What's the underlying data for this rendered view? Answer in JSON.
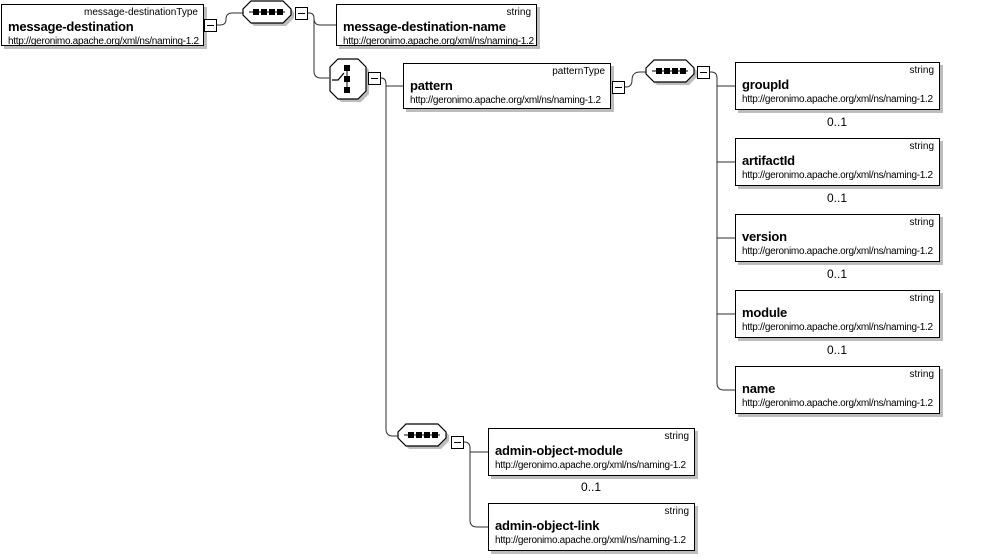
{
  "diagram": {
    "kind": "xml-schema-content-model",
    "namespace": "http://geronimo.apache.org/xml/ns/naming-1.2",
    "palette": {
      "box_background": "#ffffff",
      "box_border": "#000000",
      "shadow": "#bdbdbd",
      "connector_line": "#2e2e2e",
      "text": "#000000"
    },
    "icons": {
      "sequence": "sequence-icon",
      "choice": "choice-icon",
      "collapse": "collapse-toggle-minus"
    },
    "elements": {
      "message_destination": {
        "name": "message-destination",
        "type": "message-destinationType",
        "namespace": "http://geronimo.apache.org/xml/ns/naming-1.2"
      },
      "message_destination_name": {
        "name": "message-destination-name",
        "type": "string",
        "namespace": "http://geronimo.apache.org/xml/ns/naming-1.2"
      },
      "pattern": {
        "name": "pattern",
        "type": "patternType",
        "namespace": "http://geronimo.apache.org/xml/ns/naming-1.2"
      },
      "groupId": {
        "name": "groupId",
        "type": "string",
        "namespace": "http://geronimo.apache.org/xml/ns/naming-1.2",
        "cardinality": "0..1"
      },
      "artifactId": {
        "name": "artifactId",
        "type": "string",
        "namespace": "http://geronimo.apache.org/xml/ns/naming-1.2",
        "cardinality": "0..1"
      },
      "version": {
        "name": "version",
        "type": "string",
        "namespace": "http://geronimo.apache.org/xml/ns/naming-1.2",
        "cardinality": "0..1"
      },
      "module": {
        "name": "module",
        "type": "string",
        "namespace": "http://geronimo.apache.org/xml/ns/naming-1.2",
        "cardinality": "0..1"
      },
      "name": {
        "name": "name",
        "type": "string",
        "namespace": "http://geronimo.apache.org/xml/ns/naming-1.2"
      },
      "admin_object_module": {
        "name": "admin-object-module",
        "type": "string",
        "namespace": "http://geronimo.apache.org/xml/ns/naming-1.2",
        "cardinality": "0..1"
      },
      "admin_object_link": {
        "name": "admin-object-link",
        "type": "string",
        "namespace": "http://geronimo.apache.org/xml/ns/naming-1.2"
      }
    }
  }
}
